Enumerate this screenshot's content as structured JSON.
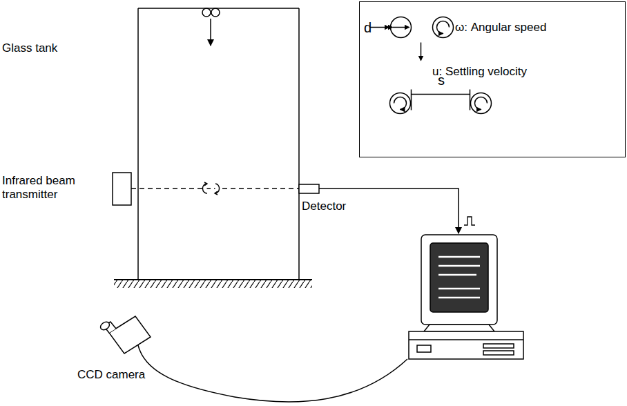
{
  "diagram": {
    "nodes": [
      {
        "text": [
          "d",
          "ω: Angular speed",
          "u: Settling velocity",
          "s"
        ]
      }
    ],
    "labels": [
      "Glass tank",
      "Infrared beam transmitter",
      "Detector",
      "CCD camera"
    ]
  }
}
